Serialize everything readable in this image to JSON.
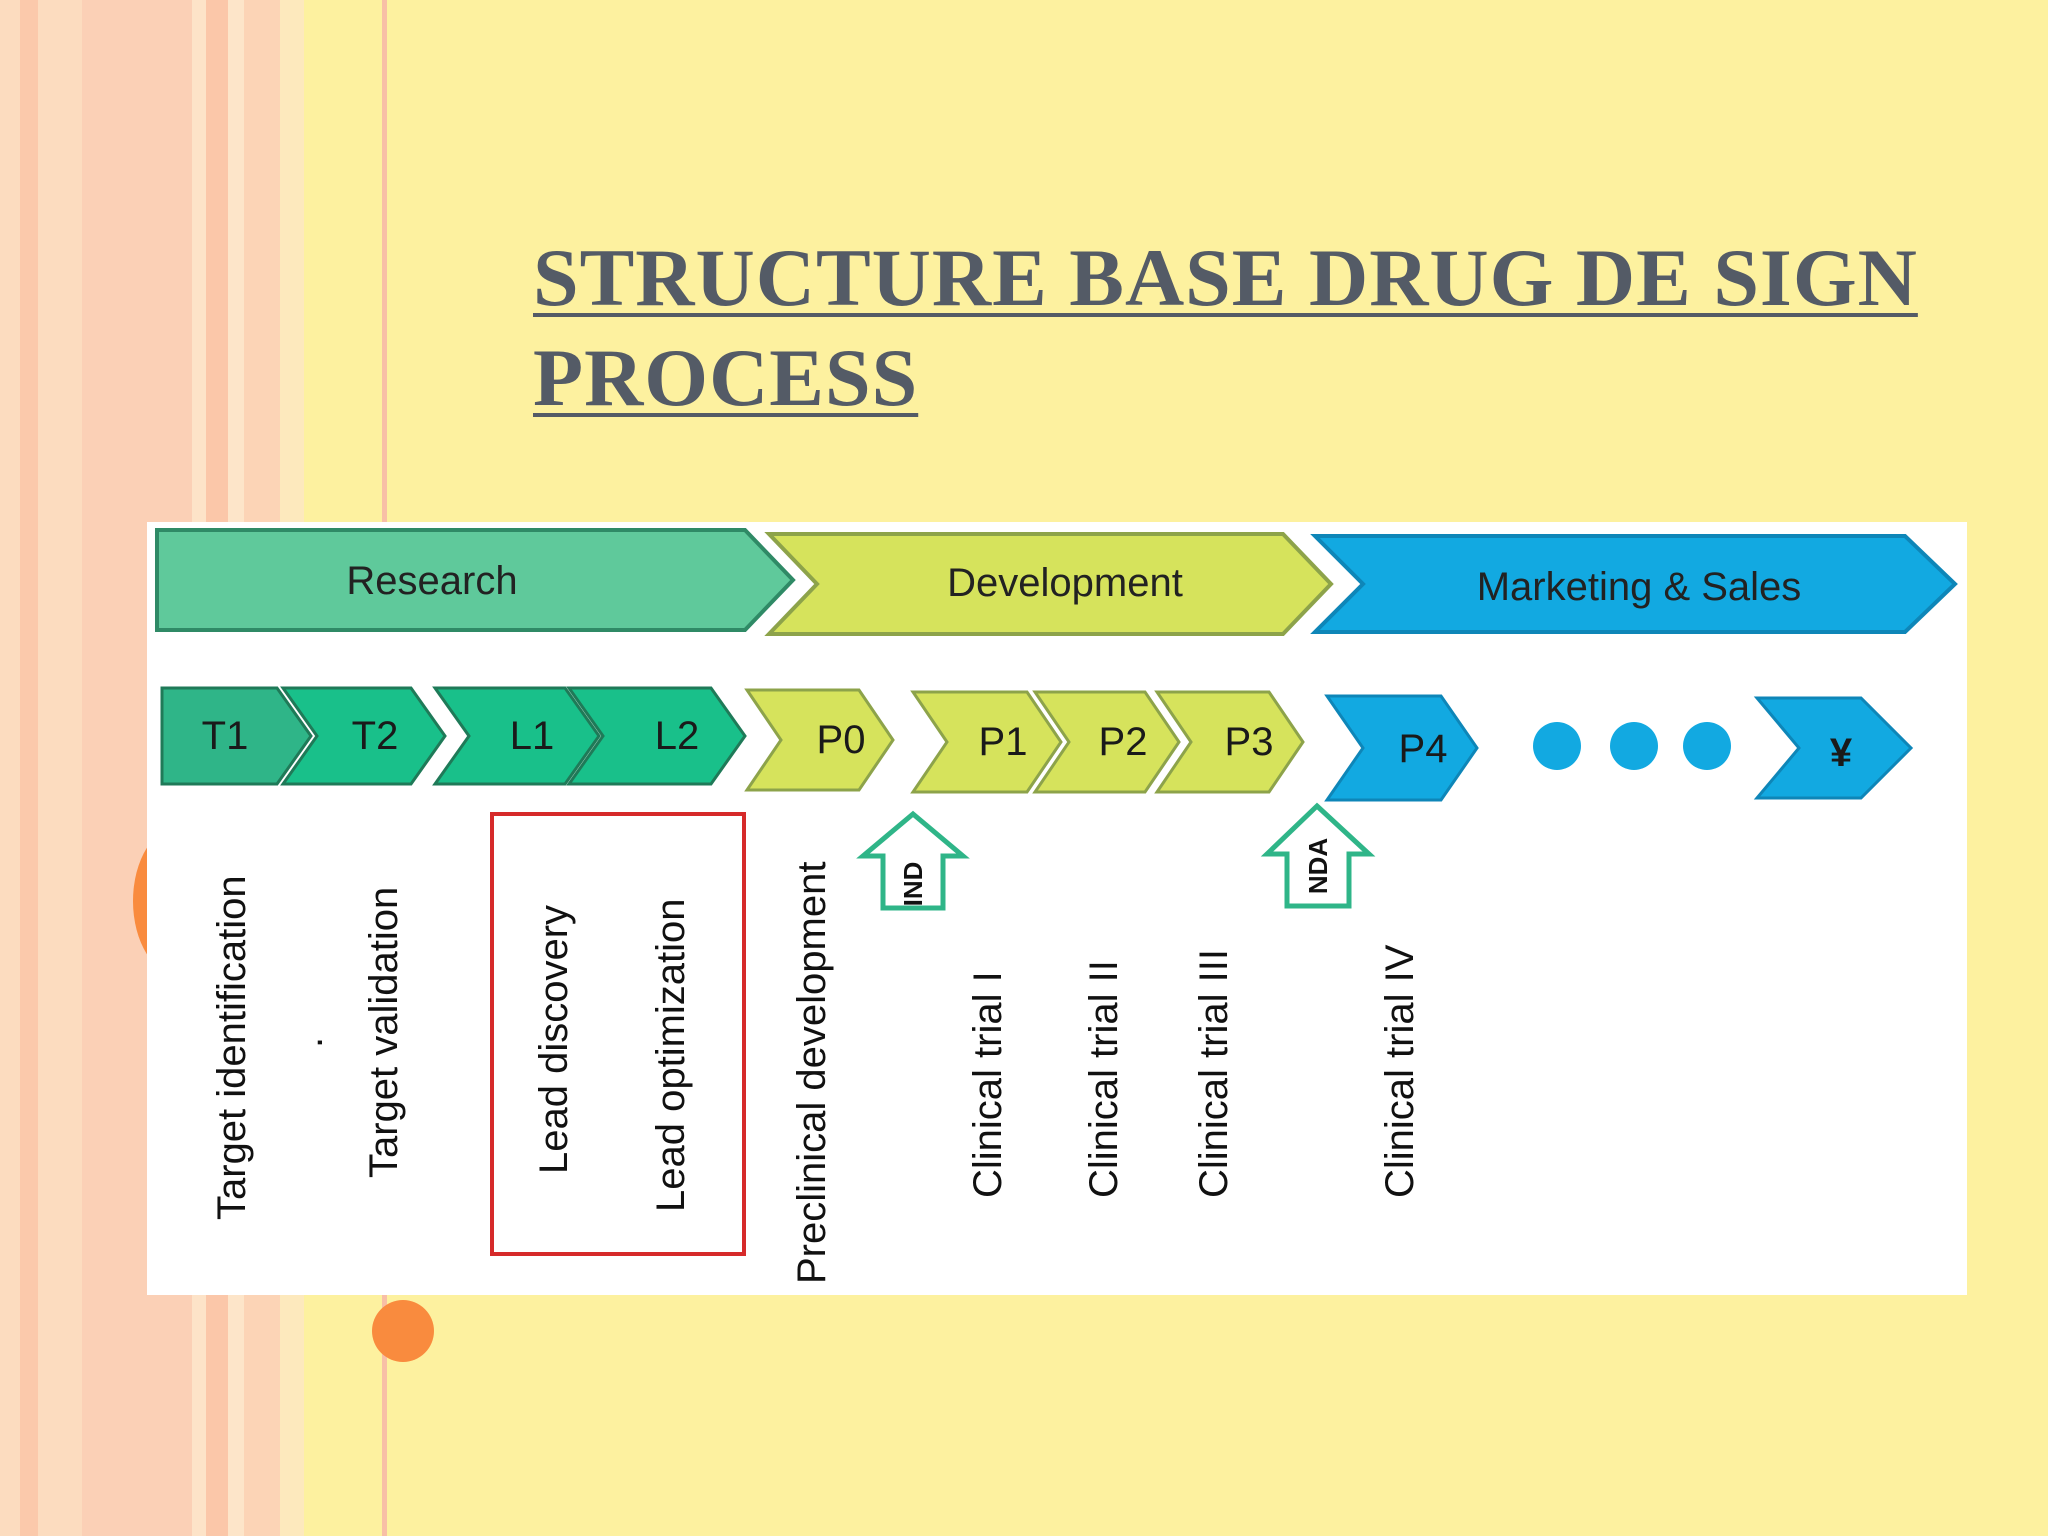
{
  "slide": {
    "title": "STRUCTURE BASE DRUG DE SIGN PROCESS"
  },
  "diagram": {
    "phases": [
      {
        "label": "Research",
        "color": "#5fc99b"
      },
      {
        "label": "Development",
        "color": "#d6e35c"
      },
      {
        "label": "Marketing & Sales",
        "color": "#12a9e1"
      }
    ],
    "steps": [
      {
        "label": "T1",
        "color": "#2fb588"
      },
      {
        "label": "T2",
        "color": "#19c08a"
      },
      {
        "label": "L1",
        "color": "#19c08a"
      },
      {
        "label": "L2",
        "color": "#19c08a"
      },
      {
        "label": "P0",
        "color": "#d6e35c"
      },
      {
        "label": "P1",
        "color": "#d6e35c"
      },
      {
        "label": "P2",
        "color": "#d6e35c"
      },
      {
        "label": "P3",
        "color": "#d6e35c"
      },
      {
        "label": "P4",
        "color": "#12a9e1"
      },
      {
        "label": "¥",
        "color": "#12a9e1"
      }
    ],
    "milestones": [
      {
        "label": "IND"
      },
      {
        "label": "NDA"
      }
    ],
    "stages": [
      "Target identification",
      "Target validation",
      "Lead discovery",
      "Lead optimization",
      "Preclinical development",
      "Clinical trial I",
      "Clinical trial II",
      "Clinical trial III",
      "Clinical trial IV"
    ],
    "highlight_color": "#d62a2a",
    "dot_color": "#12a9e1"
  }
}
